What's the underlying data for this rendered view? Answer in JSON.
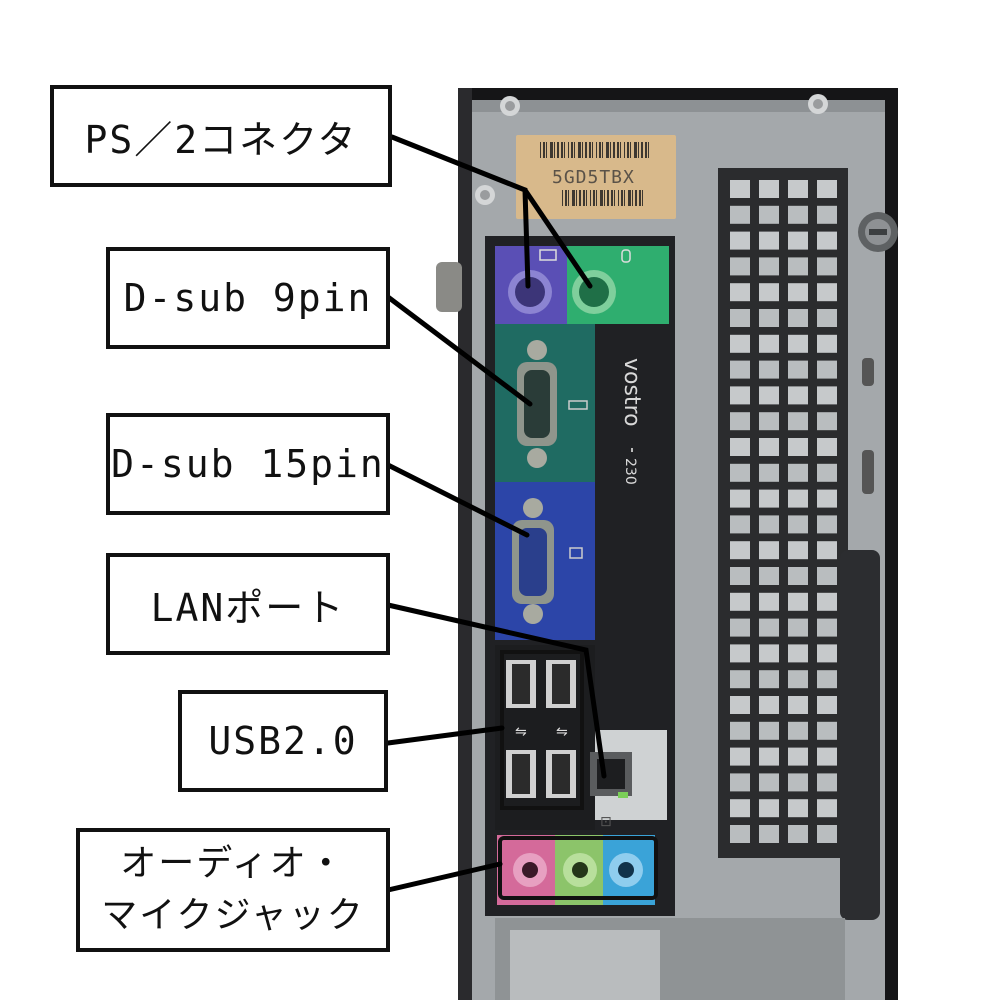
{
  "product": {
    "brand": "vostro",
    "model": "230",
    "service_tag": "5GD5TBX"
  },
  "callouts": [
    {
      "id": "ps2",
      "label": "PS／2コネクタ"
    },
    {
      "id": "dsub9",
      "label": "D-sub 9pin"
    },
    {
      "id": "dsub15",
      "label": "D-sub 15pin"
    },
    {
      "id": "lan",
      "label": "LANポート"
    },
    {
      "id": "usb",
      "label": "USB2.0"
    },
    {
      "id": "audio",
      "label_line1": "オーディオ・",
      "label_line2": "マイクジャック"
    }
  ],
  "colors": {
    "ps2_keyboard": "#5a4fb5",
    "ps2_mouse": "#2fae6f",
    "serial_panel": "#1f6b62",
    "vga_panel": "#2c45a8",
    "audio_pink": "#d46a9a",
    "audio_green": "#8cc46a",
    "audio_blue": "#3aa3d8",
    "chassis": "#1a1a1c",
    "metal": "#a7abad"
  }
}
